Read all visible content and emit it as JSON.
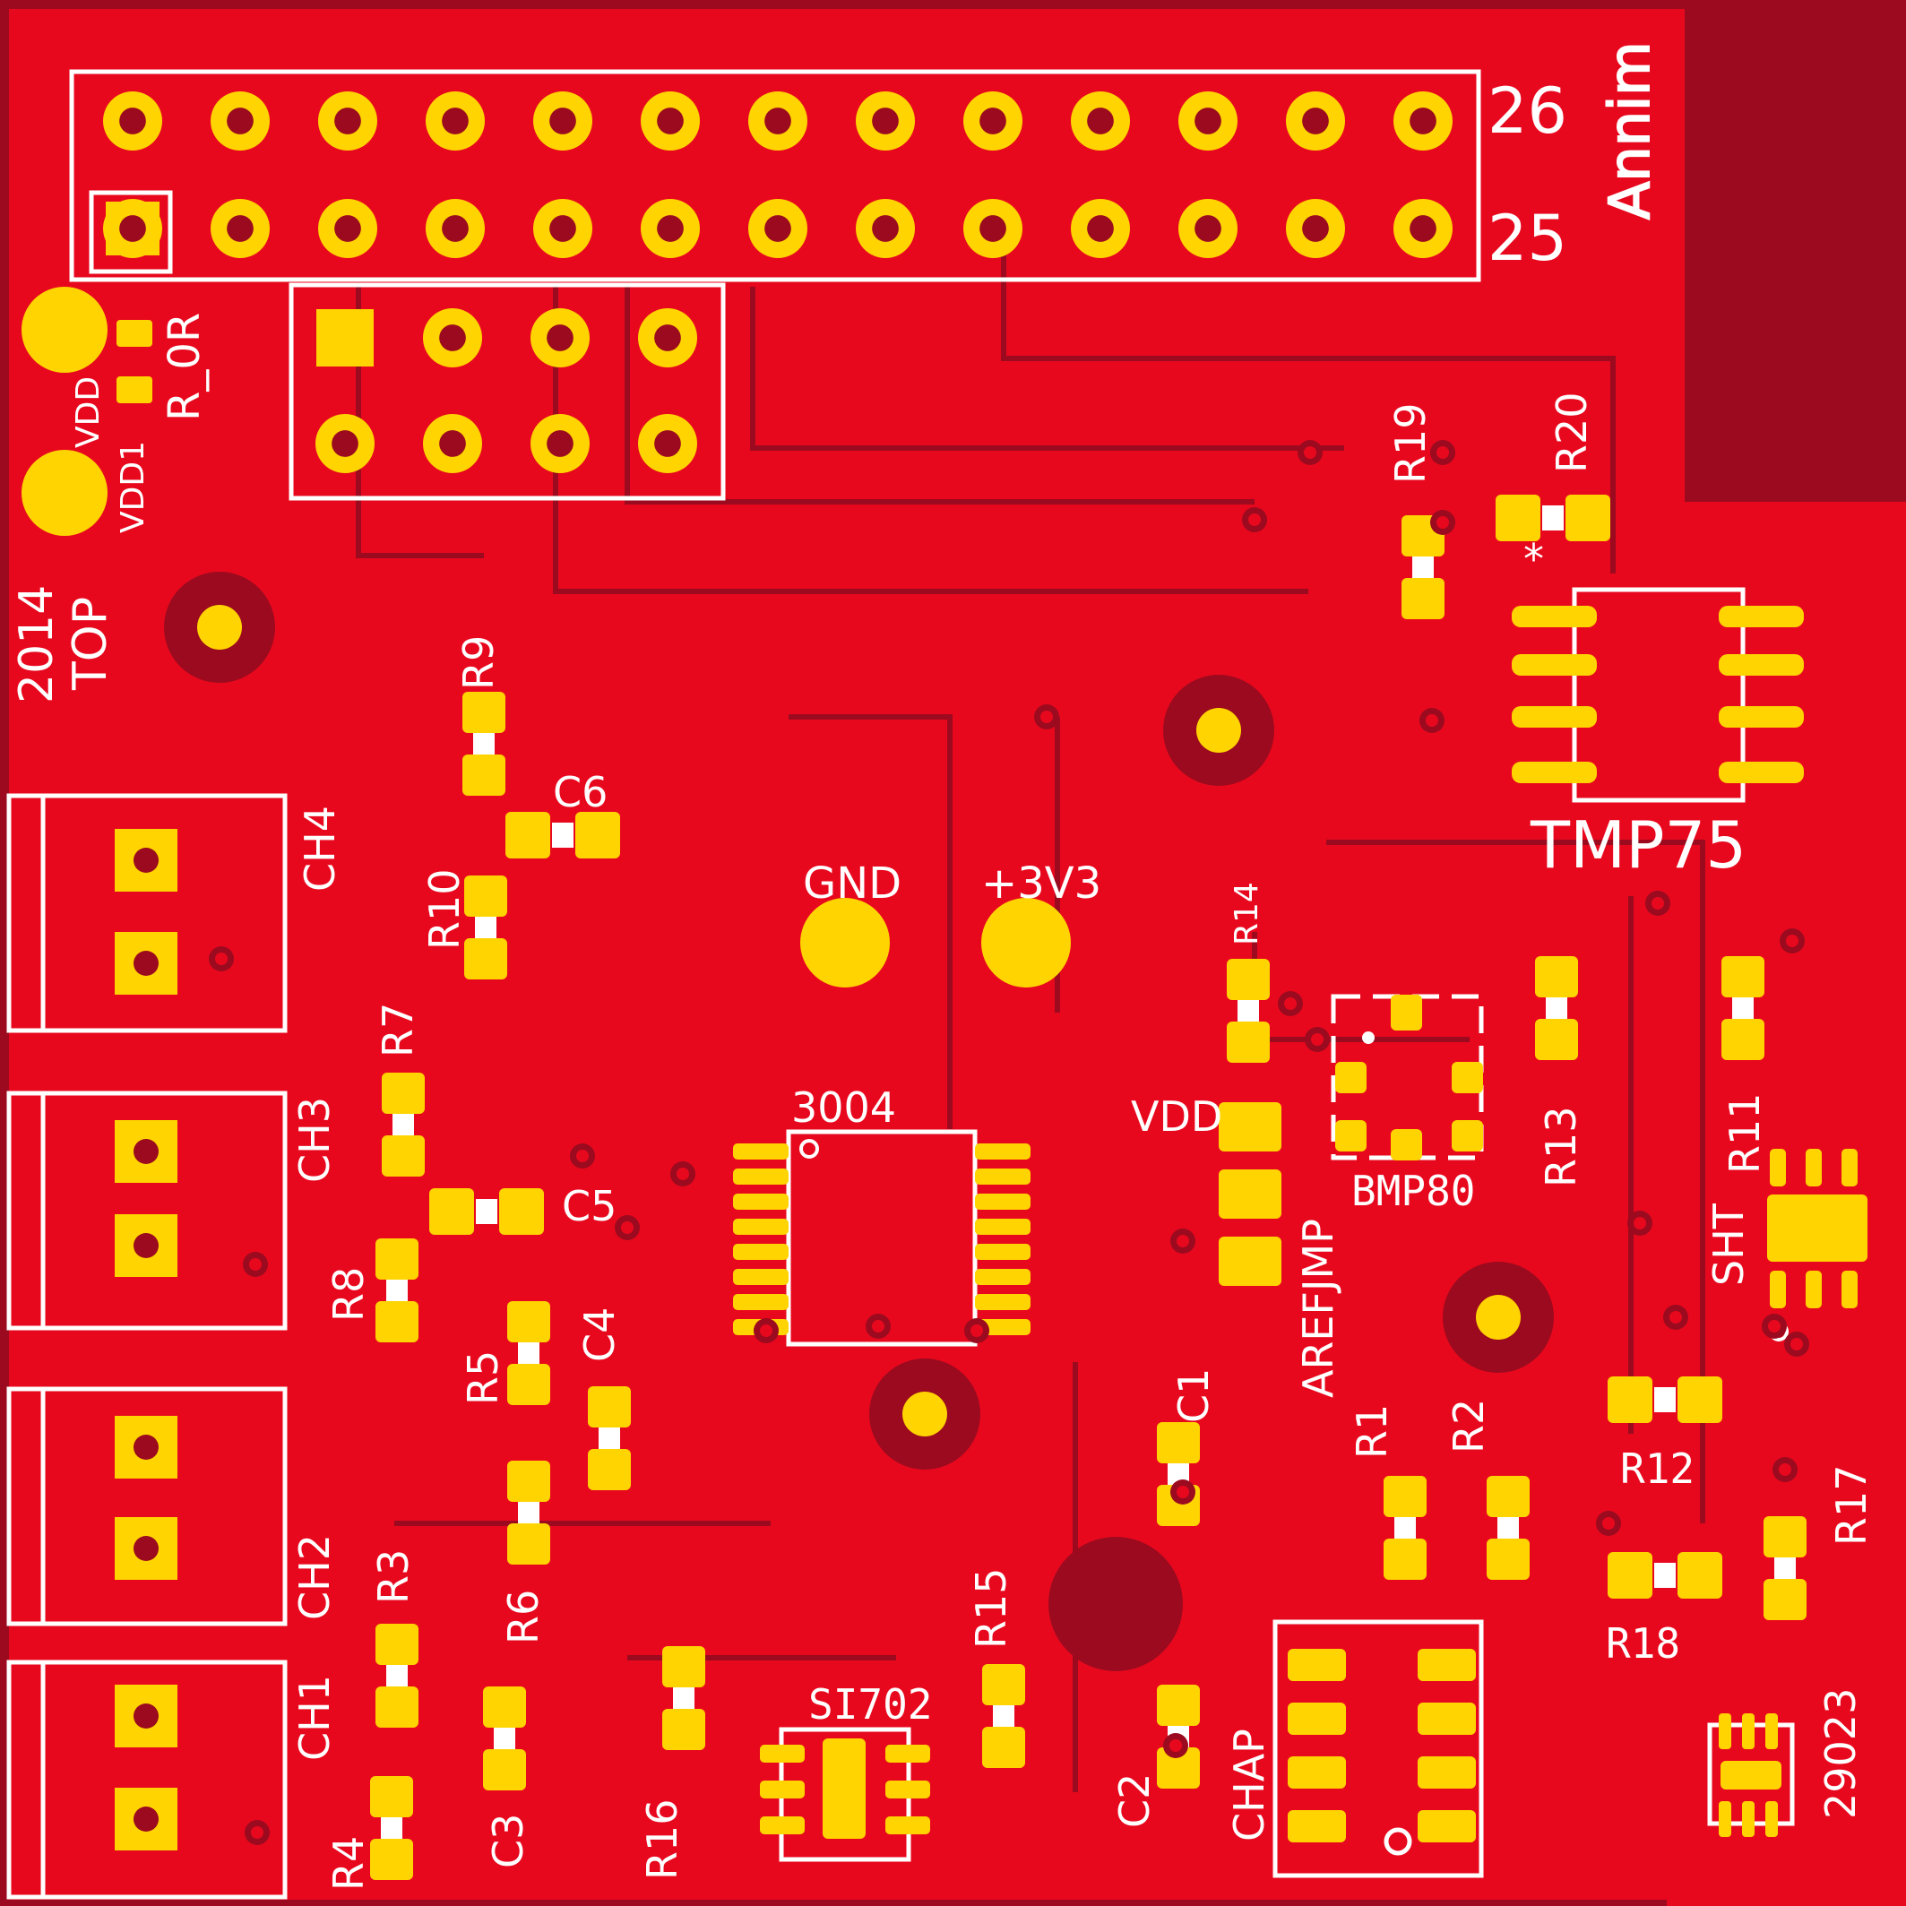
{
  "colors": {
    "copper": "#e8081e",
    "substrate": "#9b0a1e",
    "pad": "#ffd400",
    "silkscreen": "#ffffff"
  },
  "labels": {
    "pin26": "26",
    "pin25": "25",
    "annim": "Annim",
    "r0r": "R_0R",
    "vdd": "VDD",
    "vdd1": "VDD1",
    "year": "2014",
    "top": "TOP",
    "r9": "R9",
    "c6": "C6",
    "ch4": "CH4",
    "r10": "R10",
    "r19": "R19",
    "r20": "R20",
    "star": "*",
    "tmp75": "TMP75",
    "gnd": "GND",
    "v33": "+3V3",
    "r14": "R14",
    "r7": "R7",
    "ch3": "CH3",
    "c5": "C5",
    "r8": "R8",
    "chip3004": "3004",
    "vdd_jmp": "VDD",
    "arefjmp": "AREFJMP",
    "bmp80": "BMP80",
    "r13": "R13",
    "r11": "R11",
    "sht": "SHT",
    "r5": "R5",
    "c4": "C4",
    "c1": "C1",
    "r1": "R1",
    "r2": "R2",
    "r12": "R12",
    "r17": "R17",
    "ch2": "CH2",
    "r3": "R3",
    "r6": "R6",
    "r15": "R15",
    "r18": "R18",
    "ch1": "CH1",
    "si702": "SI702",
    "r16": "R16",
    "c2": "C2",
    "chap": "CHAP",
    "r4": "R4",
    "c3": "C3",
    "p29023": "29023"
  }
}
